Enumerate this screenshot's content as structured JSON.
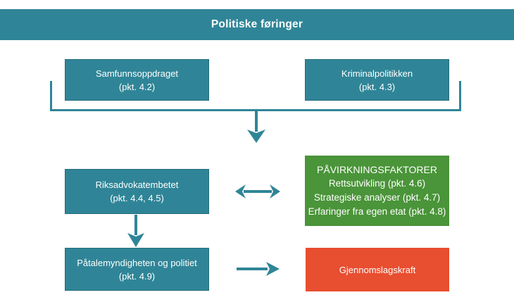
{
  "colors": {
    "teal": "#2F8597",
    "green": "#4A9439",
    "orange": "#E84E30",
    "text": "#FFFFFF",
    "background": "#FFFFFF"
  },
  "header": {
    "title": "Politiske føringer"
  },
  "diagram": {
    "samfunnsoppdraget": {
      "title": "Samfunnsoppdraget",
      "ref": "(pkt. 4.2)"
    },
    "kriminalpolitikken": {
      "title": "Kriminalpolitikken",
      "ref": "(pkt. 4.3)"
    },
    "riksadvokatembetet": {
      "title": "Riksadvokatembetet",
      "ref": "(pkt. 4.4, 4.5)"
    },
    "pavirkningsfaktorer": {
      "title": "PÅVIRKNINGSFAKTORER",
      "items": [
        "Rettsutvikling (pkt. 4.6)",
        "Strategiske analyser (pkt. 4.7)",
        "Erfaringer fra egen etat (pkt. 4.8)"
      ]
    },
    "patalemyndigheten": {
      "title": "Påtalemyndigheten og politiet",
      "ref": "(pkt. 4.9)"
    },
    "gjennomslagskraft": {
      "title": "Gjennomslagskraft"
    }
  }
}
